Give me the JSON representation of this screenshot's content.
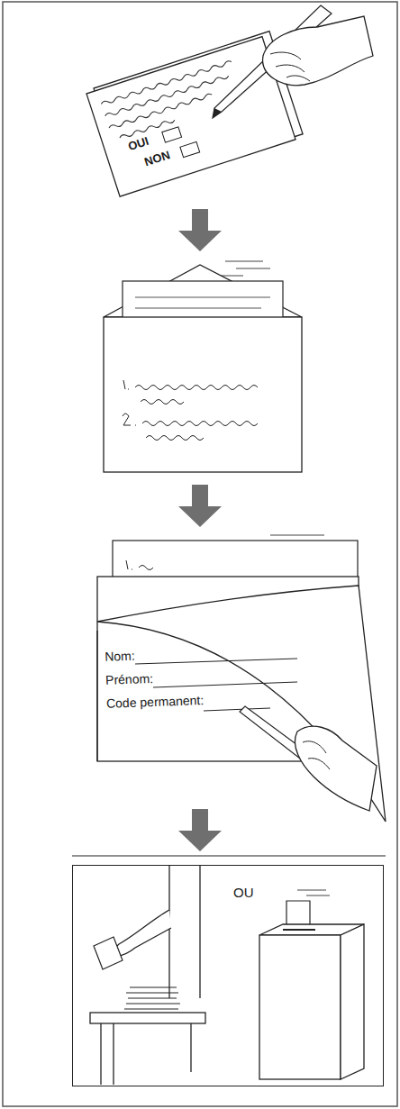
{
  "diagram": {
    "nodes": [
      {
        "text": [
          "OUI",
          "NON"
        ]
      },
      {
        "text": [
          "Nom:",
          "Prénom:",
          "Code permanent:"
        ]
      },
      {
        "text": [
          "OU"
        ]
      }
    ]
  }
}
